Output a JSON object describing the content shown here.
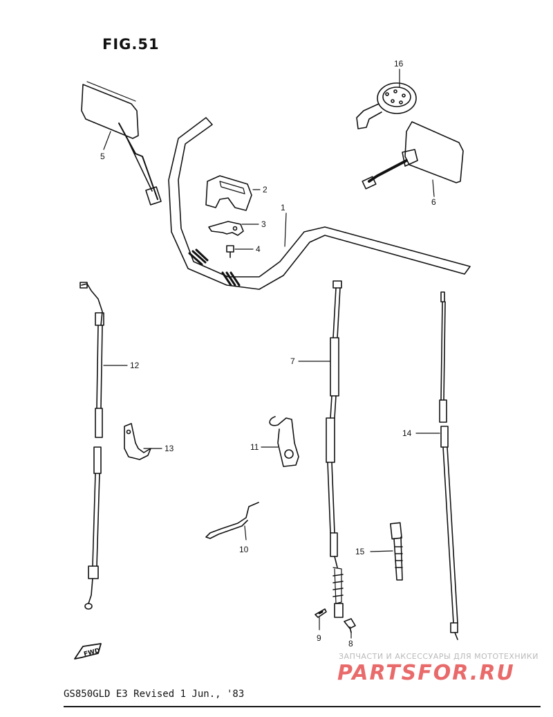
{
  "figure": {
    "title": "FIG.51"
  },
  "parts": [
    {
      "number": "1"
    },
    {
      "number": "2"
    },
    {
      "number": "3"
    },
    {
      "number": "4"
    },
    {
      "number": "5"
    },
    {
      "number": "6"
    },
    {
      "number": "7"
    },
    {
      "number": "8"
    },
    {
      "number": "9"
    },
    {
      "number": "10"
    },
    {
      "number": "11"
    },
    {
      "number": "12"
    },
    {
      "number": "13"
    },
    {
      "number": "14"
    },
    {
      "number": "15"
    },
    {
      "number": "16"
    }
  ],
  "fwd_marker": "FWD",
  "footer": {
    "model_revision": "GS850GLD E3 Revised 1 Jun., '83"
  },
  "watermark": {
    "tagline": "ЗАПЧАСТИ И АКСЕССУАРЫ ДЛЯ МОТОТЕХНИКИ",
    "brand": "PARTSFOR.RU",
    "color": "#e96a6a"
  }
}
